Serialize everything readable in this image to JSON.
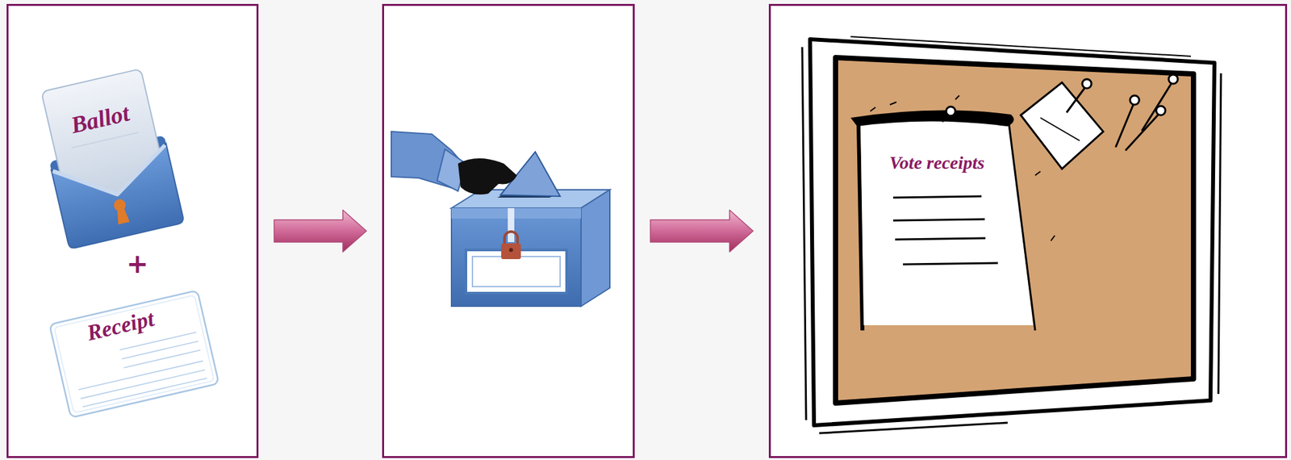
{
  "diagram": {
    "nodes": [
      {
        "text": []
      },
      {
        "text": [
          "Ballot"
        ],
        "in": 0
      },
      {
        "text": [
          "Receipt"
        ],
        "in": 0
      },
      {
        "text": []
      },
      {
        "text": []
      },
      {
        "text": [
          "Vote receipts"
        ],
        "in": 4
      }
    ],
    "edges": [
      {
        "from": 0,
        "to": 3,
        "arrow": "to"
      },
      {
        "from": 3,
        "to": 4,
        "arrow": "to"
      }
    ],
    "labels": [
      "+"
    ]
  }
}
